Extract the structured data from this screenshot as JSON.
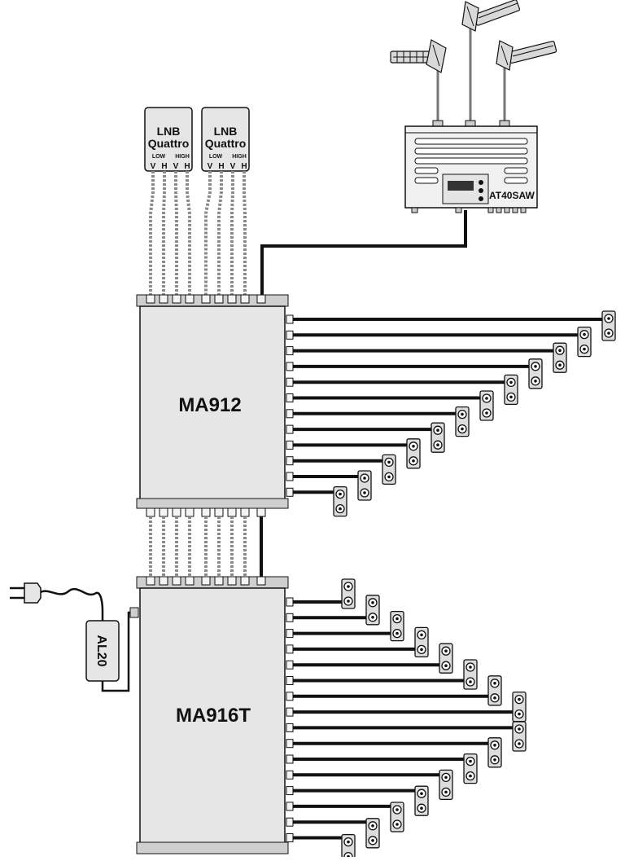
{
  "antenna_amplifier": {
    "label": "AT40SAW"
  },
  "lnbs": [
    {
      "line1": "LNB",
      "line2": "Quattro",
      "bands": [
        "LOW",
        "HIGH"
      ],
      "pols": [
        "V",
        "H",
        "V",
        "H"
      ]
    },
    {
      "line1": "LNB",
      "line2": "Quattro",
      "bands": [
        "LOW",
        "HIGH"
      ],
      "pols": [
        "V",
        "H",
        "V",
        "H"
      ]
    }
  ],
  "multiswitch_top": {
    "label": "MA912",
    "outputs": 12
  },
  "multiswitch_bottom": {
    "label": "MA916T",
    "outputs": 16
  },
  "power_supply": {
    "label": "AL20"
  },
  "colors": {
    "cable": "#111111",
    "device_fill": "#e6e6e6",
    "stroke": "#111111",
    "lnb_cable": "#8a8a8a",
    "mast": "#777777"
  }
}
